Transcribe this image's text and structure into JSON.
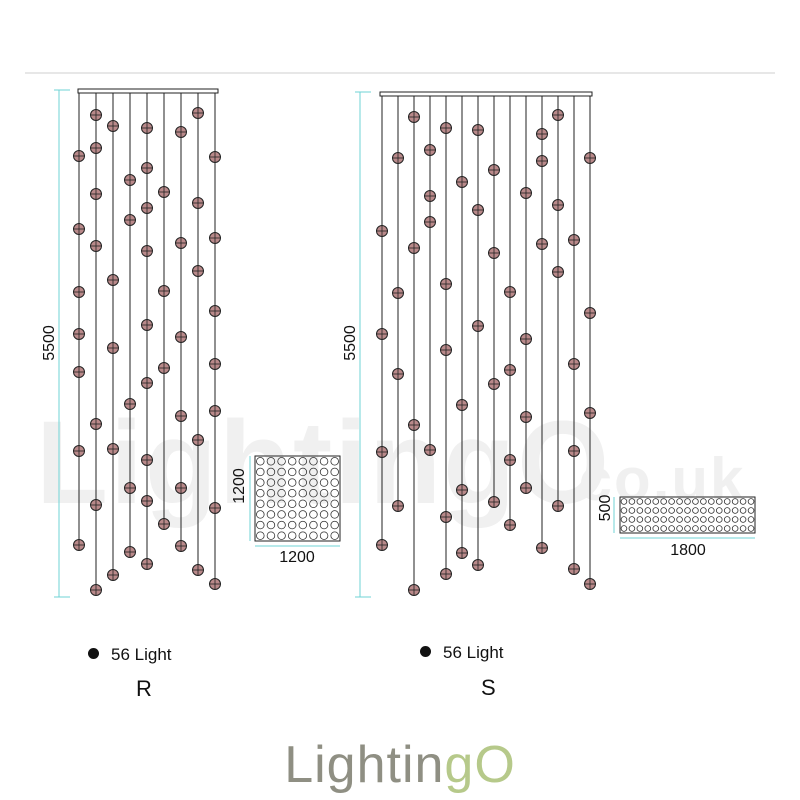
{
  "colors": {
    "accent": "#6fd3d6",
    "bulb": "#b9898a",
    "line": "#222222",
    "brand_text": "#8f8f83",
    "brand_o": "#b6c98a",
    "watermark": "#f0f0f0"
  },
  "watermark": {
    "text": "LightingO",
    "suffix": ".co.uk"
  },
  "brand": {
    "text": "Lightin",
    "o_text": "gO"
  },
  "variants": [
    {
      "letter": "R",
      "light_label": "56 Light",
      "height_label": "5500",
      "plan_width_label": "1200",
      "plan_depth_label": "1200",
      "plan_rows": 8,
      "plan_cols": 8
    },
    {
      "letter": "S",
      "light_label": "56 Light",
      "height_label": "5500",
      "plan_width_label": "1800",
      "plan_depth_label": "500",
      "plan_rows": 4,
      "plan_cols": 17
    }
  ]
}
